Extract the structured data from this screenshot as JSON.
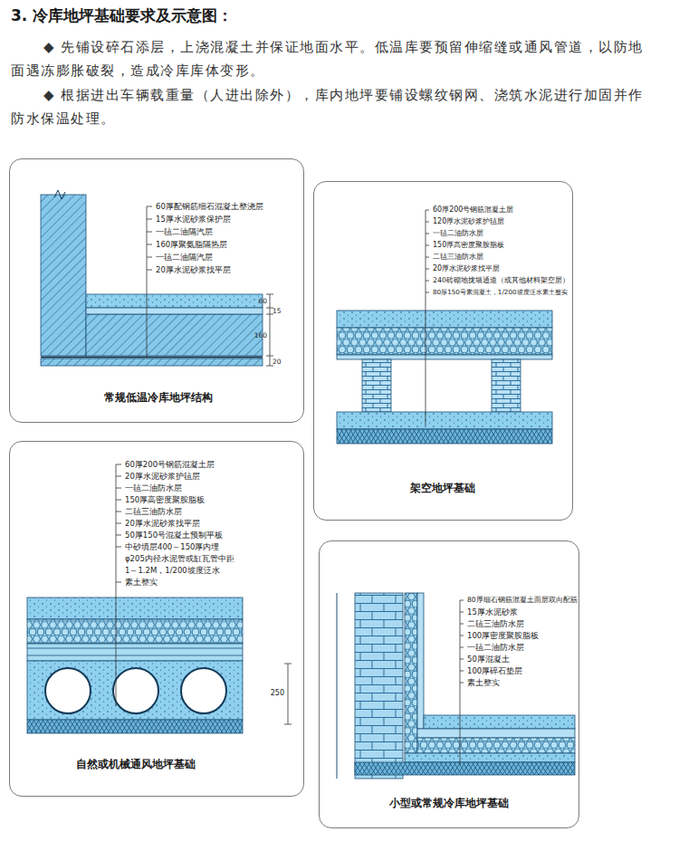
{
  "diagram": {
    "title": "3. 冷库地坪基础要求及示意图：",
    "nodes": [
      {
        "text": [
          "常规低温冷库地坪结构"
        ]
      },
      {
        "text": [
          "架空地坪基础"
        ]
      },
      {
        "text": [
          "自然或机械通风地坪基础"
        ]
      },
      {
        "text": [
          "小型或常规冷库地坪基础"
        ]
      }
    ],
    "labels": [
      "◆ 先铺设碎石添层，上浇混凝土并保证地面水平。低温库要预留伸缩缝或通风管道，以防地面遇冻膨胀破裂，造成冷库库体变形。",
      "◆ 根据进出车辆载重量（人进出除外），库内地坪要铺设螺纹钢网、浇筑水泥进行加固并作防水保温处理。",
      "60厚配钢筋细石混凝土整浇层",
      "15厚水泥砂浆保护层",
      "一毡二油隔汽层",
      "160厚聚氨脂隔热层",
      "一毡二油隔汽层",
      "20厚水泥砂浆找平层",
      "60",
      "15",
      "160",
      "20",
      "60厚200号钢筋混凝土层",
      "120厚水泥砂浆护毡层",
      "一毡二油防水层",
      "150厚高密度聚胺脂板",
      "二毡三油防水层",
      "20厚水泥砂浆找平层",
      "240砖砌地拢墙通道（或其他材料架空层）",
      "80厚150号素混凝土，1/200坡度泛水素土整实",
      "60厚200号钢筋混凝土层",
      "20厚水泥砂浆护毡层",
      "一毡二油防水层",
      "150厚高密度聚胺脂板",
      "二毡三油防水层",
      "20厚水泥砂浆找平层",
      "50厚150号混凝土预制平板",
      "中砂填层400～150厚内埋",
      "φ205内径水泥管或缸瓦管中距",
      "1～1.2M，1/200坡度泛水",
      "素土整实",
      "250",
      "80厚细石钢筋混凝土面层双向配筋",
      "15厚水泥砂浆",
      "二毡三油防水层",
      "100厚密度聚胺脂板",
      "一毡二油防水层",
      "50厚混凝土",
      "100厚碎石垫层",
      "素土整实"
    ]
  }
}
